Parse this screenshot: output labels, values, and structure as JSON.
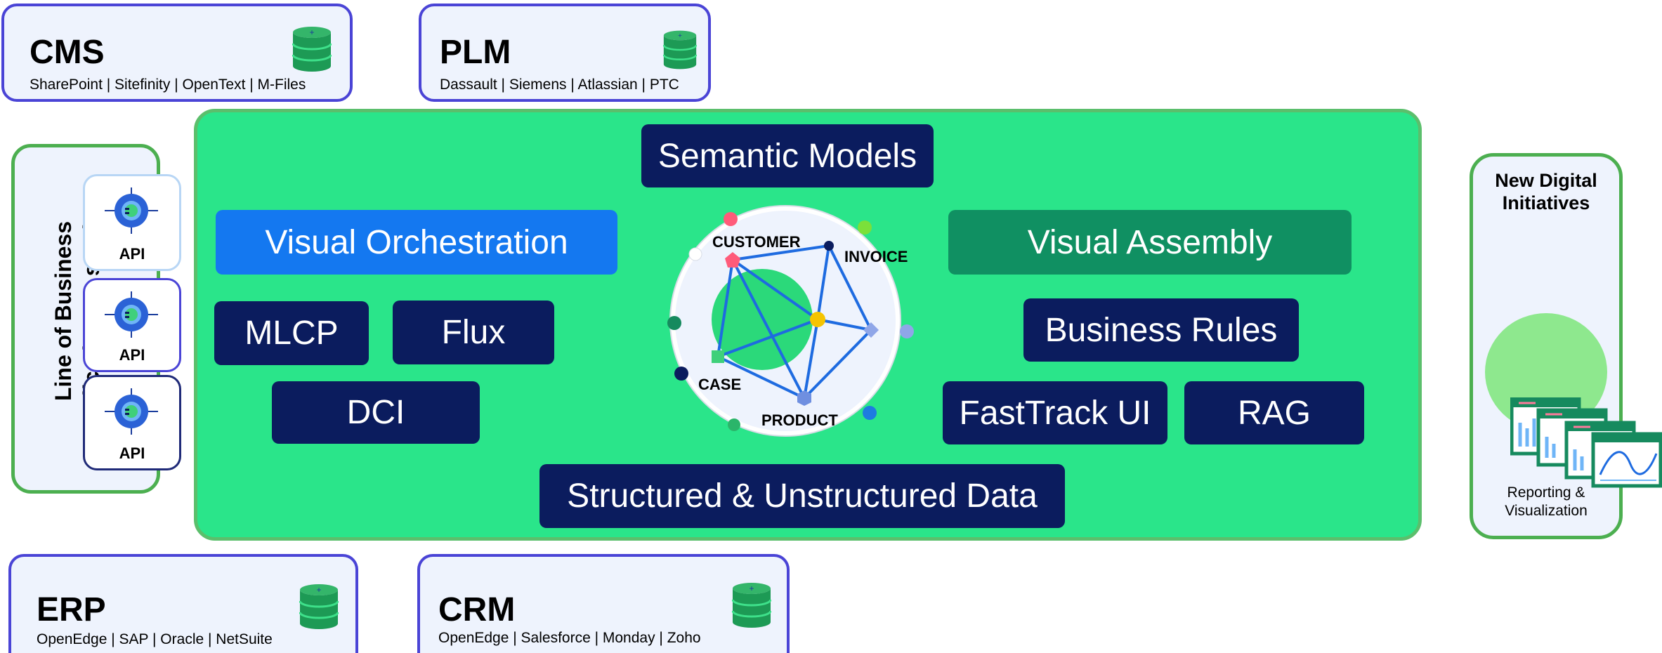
{
  "systems": {
    "cms": {
      "title": "CMS",
      "vendors": "SharePoint | Sitefinity | OpenText | M-Files"
    },
    "plm": {
      "title": "PLM",
      "vendors": "Dassault | Siemens | Atlassian | PTC"
    },
    "erp": {
      "title": "ERP",
      "vendors": "OpenEdge | SAP | Oracle | NetSuite"
    },
    "crm": {
      "title": "CRM",
      "vendors": "OpenEdge | Salesforce | Monday | Zoho"
    }
  },
  "lob": {
    "label_line1": "Line of Business",
    "label_line2": "applications & services",
    "api_label": "API"
  },
  "platform": {
    "semantic_models": "Semantic Models",
    "visual_orchestration": "Visual Orchestration",
    "visual_assembly": "Visual Assembly",
    "mlcp": "MLCP",
    "flux": "Flux",
    "dci": "DCI",
    "business_rules": "Business Rules",
    "fasttrack_ui": "FastTrack UI",
    "rag": "RAG",
    "structured_data": "Structured & Unstructured Data"
  },
  "graph": {
    "customer": "CUSTOMER",
    "invoice": "INVOICE",
    "case": "CASE",
    "product": "PRODUCT"
  },
  "new_digital": {
    "title_line1": "New Digital",
    "title_line2": "Initiatives",
    "report_line1": "Reporting &",
    "report_line2": "Visualization"
  },
  "colors": {
    "panel_green": "#2ae58a",
    "navy": "#0b1c5e",
    "orchestration_blue": "#1478f0",
    "assembly_green": "#109062",
    "system_border": "#4a44d6"
  }
}
